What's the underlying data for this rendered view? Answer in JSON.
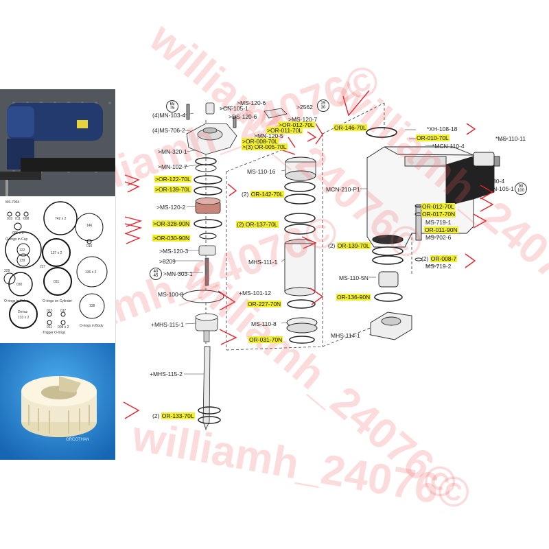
{
  "watermark": "williamh_24076©",
  "labels": {
    "mn103": "(4)MN-103-4",
    "cn105": ">CN-105-1",
    "ms120_6": ">MS-120-6",
    "n2562": ">2562",
    "ds120": ">DS-120-6",
    "ms120_7": ">MS-120-7",
    "ms706": "(4)MS-706-2",
    "or012a": ">OR-012-70L",
    "or011a": ">OR-011-70L",
    "mn120": ">MN-120-5",
    "or008a": ">OR-008-70L",
    "or005": ">(3) OR-005-70L",
    "mn320": ">MN-320-1",
    "mn102": ">MN-102-7",
    "or122": ">OR-122-70L",
    "or139a": ">OR-139-70L",
    "ms120_2": ">MS-120-2",
    "or328": ">OR-328-90N",
    "or030": ">OR-030-90N",
    "ms120_3": ">MS-120-3",
    "n8209": ">8209",
    "mn303": ">MN-303-1",
    "ms100": "MS-100-8",
    "mhs115_1": "+MHS-115-1",
    "mhs115_2": "+MHS-115-2",
    "or133": "OR-133-70L",
    "or133_qty": "(2)",
    "ms110_16": "MS-110-16",
    "or142": "OR-142-70L",
    "or142_qty": "(2)",
    "or137": "(2) OR-137-70L",
    "mhs111": "MHS-111-1",
    "ms101": "+MS-101-12",
    "or227": "OR-227-70N",
    "ms110_8": "MS-110-8",
    "or031": "OR-031-70N",
    "or146": "OR-146-70L",
    "xh108": "*XH-108-18",
    "or010": "OR-010-70L",
    "mcn110": "*MCN-110-4",
    "ms110_11": "*MS-110-11",
    "mcn210": "MCN-210-P1",
    "in130": "IN-130-4",
    "cn105b": "CN-105-1",
    "or012b": "OR-012-70L",
    "or017": "OR-017-70N",
    "ms719_1": "MS-719-1",
    "or011b": "OR-011-90N",
    "ms702": "MS-702-6",
    "or139b": "OR-139-70L",
    "or139b_qty": "(2)",
    "or008b": "OR-008-7",
    "or008b_qty": "(2)",
    "ms719_2": "MS-719-2",
    "ms110_5": "MS-110-5N",
    "or136": "OR-136-90N",
    "mhs114": "MHS-114-1"
  },
  "circles": {
    "c1": [
      "65",
      "75"
    ],
    "c2": [
      "25",
      "30"
    ],
    "c3": [
      "40",
      "45"
    ],
    "c4": [
      "90",
      "100"
    ]
  },
  "oring_panel": {
    "title": "MS-7964",
    "cap": "O-rings in Cap",
    "valve": "O-rings in Valve",
    "cylinder": "O-rings on Cylinder",
    "body": "O-rings in Body",
    "trigger": "Trigger O-rings",
    "n010": "010",
    "n011": "011",
    "n008": "008",
    "n005": "005 x 3",
    "n742": "742 x 2",
    "n146": "146",
    "n122": "122",
    "n137": "137 x 2",
    "n010b": "010",
    "n139": "139",
    "n227": "227",
    "n328": "328",
    "n030": "030",
    "n031": "031",
    "n136": "136 x 2",
    "n133": "133 x 2",
    "n012": "012",
    "n017": "017",
    "n011b": "011",
    "n008b": "008 x 2",
    "n138": "138",
    "nlast": "Devaz"
  },
  "nut_caption": "ORCOTHAN",
  "colors": {
    "highlight": "#f3ef2a",
    "mark_red": "#e8202a",
    "watermark": "#eb5a5a"
  }
}
